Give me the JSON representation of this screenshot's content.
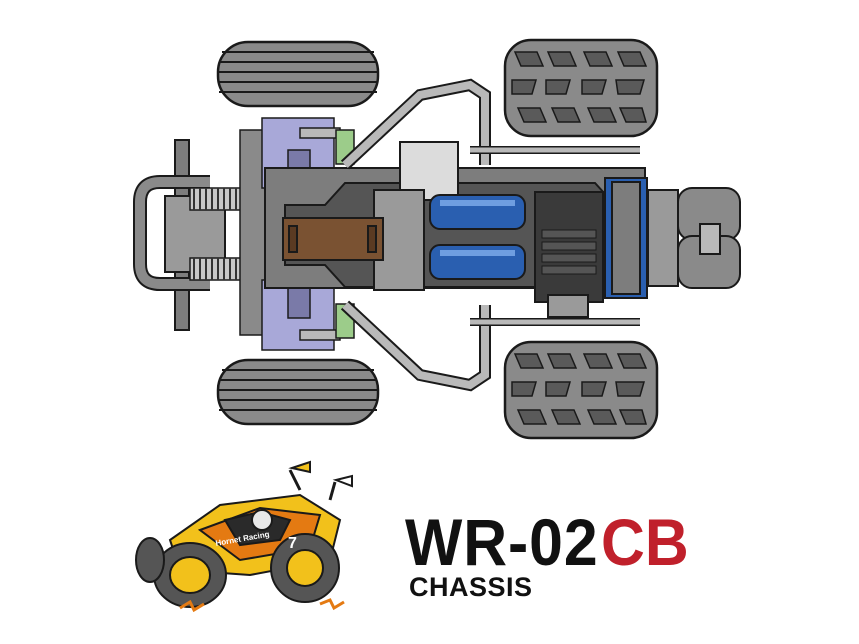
{
  "title": {
    "main": "WR-02",
    "accent": "CB"
  },
  "subtitle": "CHASSIS",
  "car": {
    "team_label": "Hornet Racing",
    "number": "7"
  },
  "colors": {
    "title_text": "#111111",
    "accent": "#c0202b",
    "tire": "#8a8a8a",
    "tire_dark": "#4a4a4a",
    "chassis": "#7d7d7d",
    "chassis_dark": "#555555",
    "battery_blue": "#2a5fb0",
    "plate_brown": "#7a5232",
    "suspension_lilac": "#a8a8d8",
    "frame": "#b9b9b9",
    "car_yellow": "#f2c11b",
    "car_orange": "#e47a12"
  }
}
